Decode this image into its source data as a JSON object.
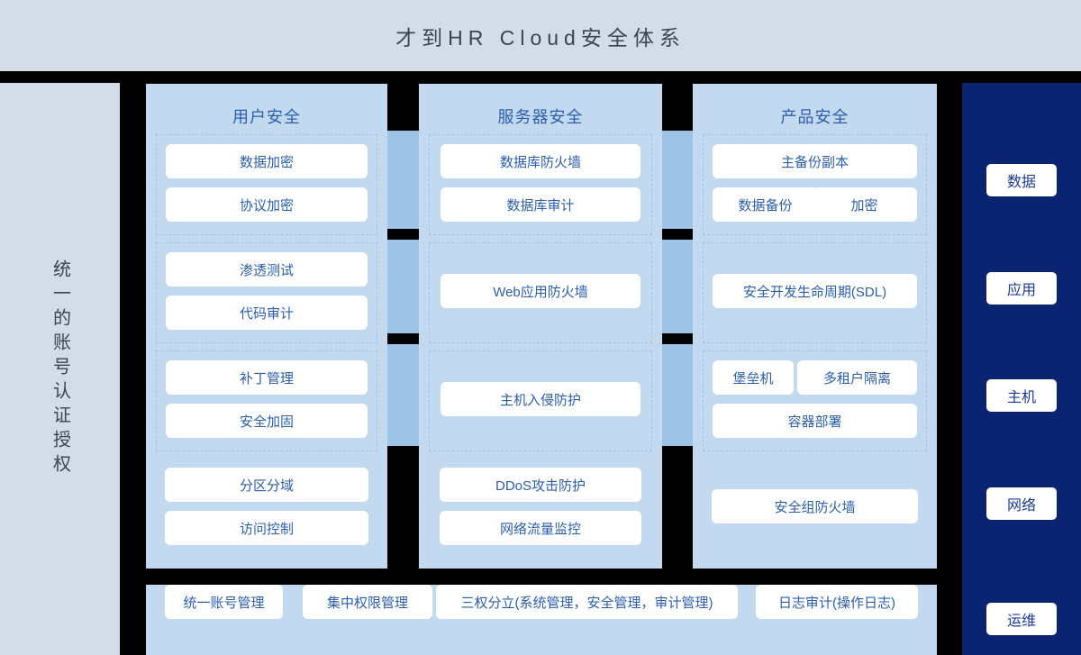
{
  "header": {
    "title": "才到HR Cloud安全体系"
  },
  "left_sidebar": {
    "label": "统一的账号认证授权"
  },
  "right_sidebar": {
    "background_color": "#0a2472",
    "badges": [
      {
        "label": "数据"
      },
      {
        "label": "应用"
      },
      {
        "label": "主机"
      },
      {
        "label": "网络"
      },
      {
        "label": "运维"
      }
    ]
  },
  "columns": [
    {
      "title": "用户安全",
      "groups": [
        {
          "bordered": true,
          "items": [
            "数据加密",
            "协议加密"
          ]
        },
        {
          "bordered": true,
          "items": [
            "渗透测试",
            "代码审计"
          ]
        },
        {
          "bordered": true,
          "items": [
            "补丁管理",
            "安全加固"
          ]
        },
        {
          "bordered": false,
          "items": [
            "分区分域",
            "访问控制"
          ]
        }
      ]
    },
    {
      "title": "服务器安全",
      "groups": [
        {
          "bordered": true,
          "items": [
            "数据库防火墙",
            "数据库审计"
          ]
        },
        {
          "bordered": true,
          "items": [
            "Web应用防火墙"
          ]
        },
        {
          "bordered": true,
          "items": [
            "主机入侵防护"
          ]
        },
        {
          "bordered": false,
          "items": [
            "DDoS攻击防护",
            "网络流量监控"
          ]
        }
      ]
    },
    {
      "title": "产品安全",
      "groups": [
        {
          "bordered": true,
          "items": [
            "主备份副本",
            "数据备份",
            "加密"
          ]
        },
        {
          "bordered": true,
          "items": [
            "安全开发生命周期(SDL)"
          ]
        },
        {
          "bordered": true,
          "items": [
            "堡垒机",
            "多租户隔离",
            "容器部署"
          ]
        },
        {
          "bordered": false,
          "items": [
            "安全组防火墙"
          ]
        }
      ]
    }
  ],
  "bottom_strip": {
    "items": [
      "统一账号管理",
      "集中权限管理",
      "三权分立(系统管理，安全管理，审计管理)",
      "日志审计(操作日志)"
    ]
  },
  "colors": {
    "page_background": "#000000",
    "header_background": "#d4dde7",
    "column_background": "#c3d9ef",
    "connector_background": "#9dc3e6",
    "box_background": "#ffffff",
    "box_text": "#2b5eae",
    "title_text": "#3a4452",
    "navy": "#0a2472"
  }
}
